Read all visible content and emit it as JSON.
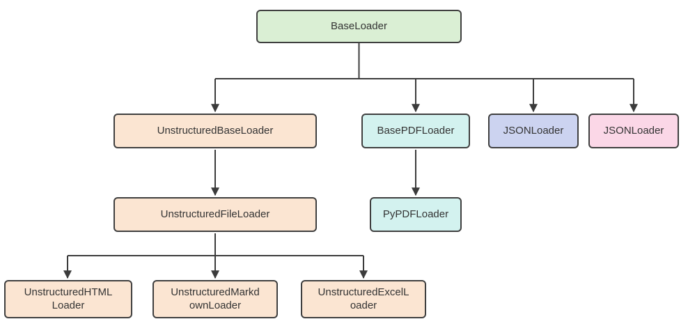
{
  "diagram": {
    "type": "flowchart-hierarchy",
    "colors": {
      "root_fill": "#daefd4",
      "unstructured_fill": "#fbe5d2",
      "pdf_fill": "#d3f2ef",
      "json_blue_fill": "#ccd3f0",
      "json_pink_fill": "#fbd7e7",
      "border": "#3f3f3f",
      "line": "#3b3b3b",
      "text": "#333333",
      "background": "#ffffff"
    },
    "nodes": {
      "base_loader": {
        "label": "BaseLoader",
        "fill": "#daefd4"
      },
      "unstructured_base_loader": {
        "label": "UnstructuredBaseLoader",
        "fill": "#fbe5d2"
      },
      "base_pdf_loader": {
        "label": "BasePDFLoader",
        "fill": "#d3f2ef"
      },
      "json_loader_blue": {
        "label": "JSONLoader",
        "fill": "#ccd3f0"
      },
      "json_loader_pink": {
        "label": "JSONLoader",
        "fill": "#fbd7e7"
      },
      "unstructured_file_loader": {
        "label": "UnstructuredFileLoader",
        "fill": "#fbe5d2"
      },
      "py_pdf_loader": {
        "label": "PyPDFLoader",
        "fill": "#d3f2ef"
      },
      "unstructured_html_loader": {
        "label": "UnstructuredHTMLLoader",
        "line1": "UnstructuredHTML",
        "line2": "Loader",
        "fill": "#fbe5d2"
      },
      "unstructured_markdown_loader": {
        "label": "UnstructuredMarkdownLoader",
        "line1": "UnstructuredMarkd",
        "line2": "ownLoader",
        "fill": "#fbe5d2"
      },
      "unstructured_excel_loader": {
        "label": "UnstructuredExcelLoader",
        "line1": "UnstructuredExcelL",
        "line2": "oader",
        "fill": "#fbe5d2"
      }
    },
    "edges": [
      {
        "from": "BaseLoader",
        "to": "UnstructuredBaseLoader"
      },
      {
        "from": "BaseLoader",
        "to": "BasePDFLoader"
      },
      {
        "from": "BaseLoader",
        "to": "JSONLoader (blue)"
      },
      {
        "from": "BaseLoader",
        "to": "JSONLoader (pink)"
      },
      {
        "from": "UnstructuredBaseLoader",
        "to": "UnstructuredFileLoader"
      },
      {
        "from": "BasePDFLoader",
        "to": "PyPDFLoader"
      },
      {
        "from": "UnstructuredFileLoader",
        "to": "UnstructuredHTMLLoader"
      },
      {
        "from": "UnstructuredFileLoader",
        "to": "UnstructuredMarkdownLoader"
      },
      {
        "from": "UnstructuredFileLoader",
        "to": "UnstructuredExcelLoader"
      }
    ]
  }
}
